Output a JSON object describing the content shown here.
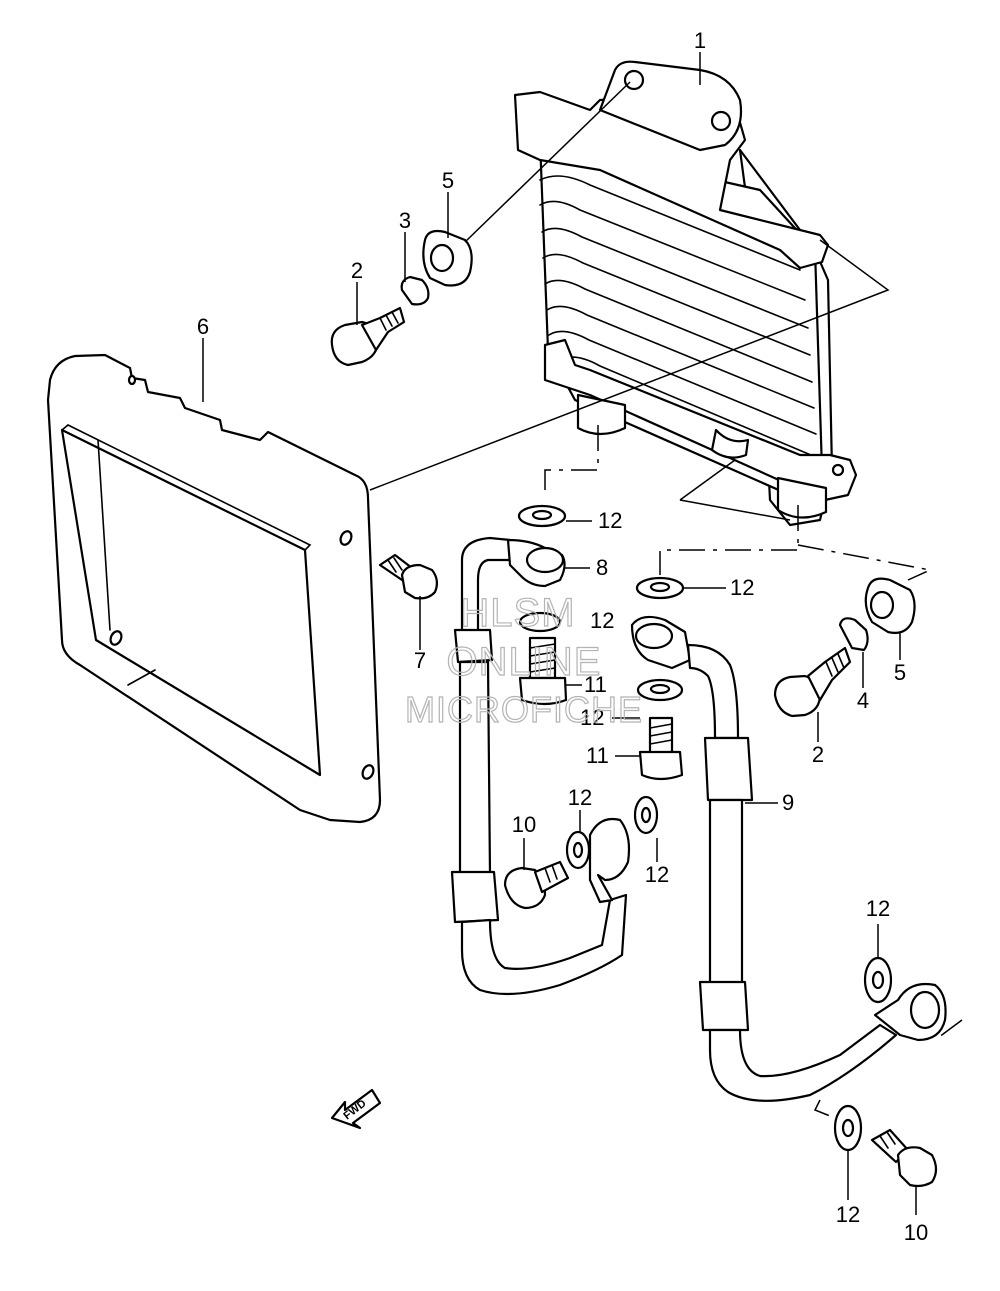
{
  "callouts": {
    "c1": "1",
    "c2a": "2",
    "c3": "3",
    "c5a": "5",
    "c6": "6",
    "c12a": "12",
    "c8": "8",
    "c12b": "12",
    "c12c": "12",
    "c5b": "5",
    "c4": "4",
    "c2b": "2",
    "c7": "7",
    "c11a": "11",
    "c12d": "12",
    "c11b": "11",
    "c9": "9",
    "c10a": "10",
    "c12e": "12",
    "c12f": "12",
    "c12g": "12",
    "c12h": "12",
    "c10b": "10"
  },
  "watermark": {
    "line1": "HLSM",
    "line2": "ONLINE",
    "line3": "MICROFICHE"
  },
  "fwd_label": "FWD"
}
